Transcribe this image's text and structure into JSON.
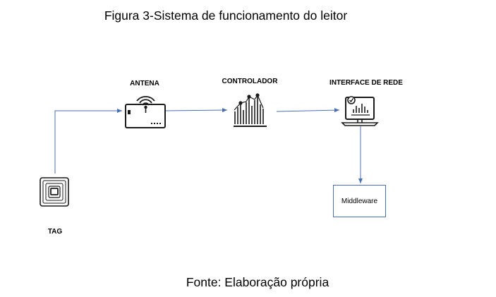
{
  "figure": {
    "title": "Figura 3-Sistema de funcionamento do leitor",
    "source": "Fonte: Elaboração própria"
  },
  "nodes": {
    "tag": {
      "label": "TAG",
      "icon": "rfid-tag-icon"
    },
    "antenna": {
      "label": "ANTENA",
      "icon": "antenna-reader-icon"
    },
    "controller": {
      "label": "CONTROLADOR",
      "icon": "controller-chart-icon"
    },
    "network": {
      "label": "INTERFACE DE REDE",
      "icon": "network-monitor-icon"
    },
    "middleware": {
      "label": "Middleware"
    }
  },
  "colors": {
    "connector": "#4a6fb5",
    "icon": "#1a1a1a"
  }
}
